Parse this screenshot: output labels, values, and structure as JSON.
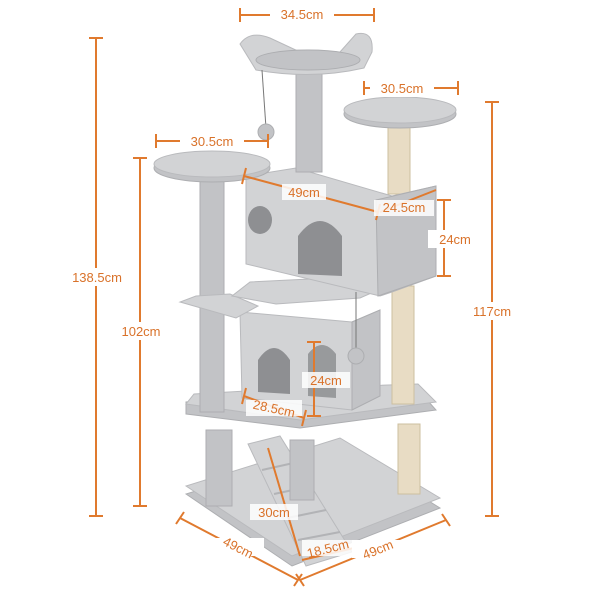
{
  "product": {
    "name": "cat tree",
    "colors": {
      "plush": "#d2d3d5",
      "sisal": "#e8dcc4",
      "dimension": "#e07a2e"
    }
  },
  "dimensions": {
    "top_perch_width": "34.5cm",
    "right_platform_width": "30.5cm",
    "left_platform_width": "30.5cm",
    "condo_width": "49cm",
    "condo_depth": "24.5cm",
    "condo_height": "24cm",
    "total_height": "138.5cm",
    "left_platform_height": "102cm",
    "right_platform_height": "117cm",
    "lower_condo_height": "24cm",
    "lower_condo_width": "28.5cm",
    "ramp_length": "30cm",
    "ramp_width": "18.5cm",
    "base_left": "49cm",
    "base_right": "49cm"
  }
}
